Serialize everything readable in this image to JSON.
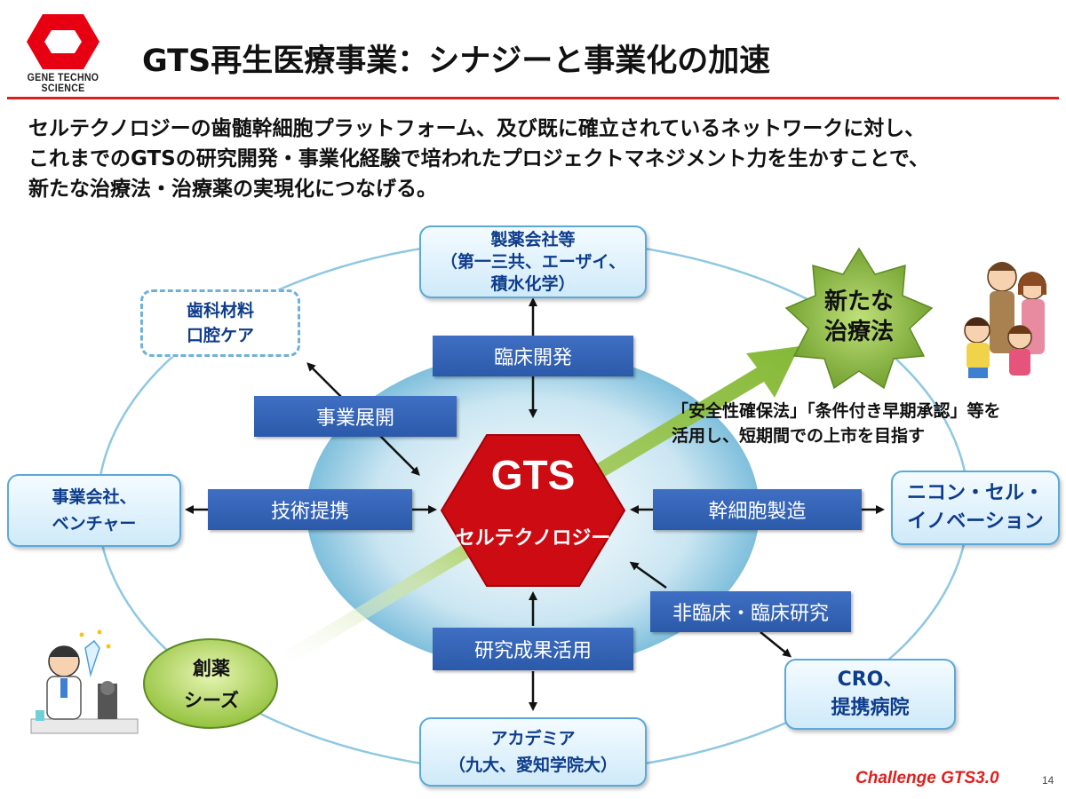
{
  "logo": {
    "text": "GENE TECHNO SCIENCE",
    "color": "#e60012"
  },
  "header": {
    "title": "GTS再生医療事業：シナジーと事業化の加速"
  },
  "intro": {
    "lines": [
      "セルテクノロジーの歯髄幹細胞プラットフォーム、及び既に確立されているネットワークに対し、",
      "これまでのGTSの研究開発・事業化経験で培われたプロジェクトマネジメント力を生かすことで、",
      "新たな治療法・治療薬の実現化につなげる。"
    ]
  },
  "center": {
    "title": "GTS",
    "subtitle": "セルテクノロジー"
  },
  "nodes": {
    "pharma": {
      "line1": "製薬会社等",
      "line2": "（第一三共、エーザイ、",
      "line3": "積水化学）"
    },
    "dental": {
      "line1": "歯科材料",
      "line2": "口腔ケア"
    },
    "business": {
      "line1": "事業会社、",
      "line2": "ベンチャー"
    },
    "nikon": {
      "line1": "ニコン・セル・",
      "line2": "イノベーション"
    },
    "cro": {
      "line1": "CRO、",
      "line2": "提携病院"
    },
    "academia": {
      "line1": "アカデミア",
      "line2": "（九大、愛知学院大）"
    }
  },
  "labels": {
    "clinical_dev": "臨床開発",
    "business_dev": "事業展開",
    "tech_partnership": "技術提携",
    "stem_cell_mfg": "幹細胞製造",
    "preclinical_research": "非臨床・臨床研究",
    "research_use": "研究成果活用"
  },
  "new_treatment": {
    "line1": "新たな",
    "line2": "治療法"
  },
  "drug_seeds": {
    "line1": "創薬",
    "line2": "シーズ"
  },
  "note": {
    "line1": "「安全性確保法」「条件付き早期承認」等を",
    "line2": "活用し、短期間での上市を目指す"
  },
  "footer": {
    "challenge": "Challenge GTS3.0",
    "page_number": "14"
  },
  "colors": {
    "accent_red": "#e11e1e",
    "label_blue": "#2f5fb3",
    "node_text_blue": "#0e3c8c",
    "arrow_green": "#8dbf34"
  }
}
